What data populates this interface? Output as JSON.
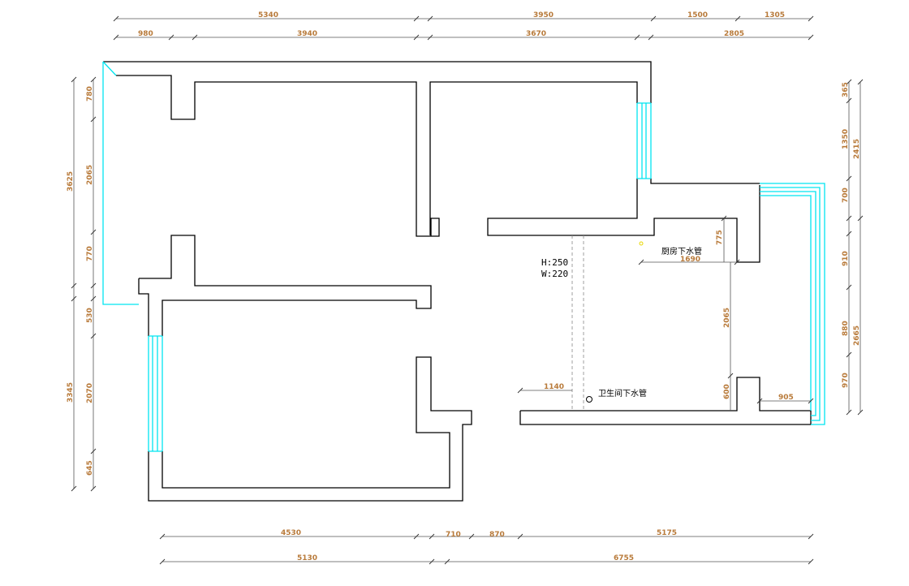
{
  "colors": {
    "wall": "#000000",
    "window": "#00e5f0",
    "dimension_text": "#b87a3a",
    "dimension_line": "#555555"
  },
  "top_dims_row1": [
    "5340",
    "3950",
    "1500",
    "1305"
  ],
  "top_dims_row2": [
    "980",
    "3940",
    "3670",
    "2805"
  ],
  "bottom_dims_row1": [
    "4530",
    "710",
    "870",
    "5175"
  ],
  "bottom_dims_row2": [
    "5130",
    "6755"
  ],
  "left_dims_outer": [
    "3625",
    "3345"
  ],
  "left_dims_inner": [
    "780",
    "2065",
    "770",
    "530",
    "2070",
    "645"
  ],
  "right_dims_inner": [
    "365",
    "1350",
    "700",
    "910",
    "880",
    "970"
  ],
  "right_dims_outer": [
    "2415",
    "2665"
  ],
  "interior_dims": {
    "kitchen_width": "1690",
    "kitchen_depth": "775",
    "bath_depth": "2065",
    "bath_low": "600",
    "bath_right": "905",
    "bath_left": "1140"
  },
  "beam_label": {
    "height": "H:250",
    "width": "W:220"
  },
  "labels": {
    "kitchen_drain": "厨房下水管",
    "bathroom_drain": "卫生间下水管"
  }
}
